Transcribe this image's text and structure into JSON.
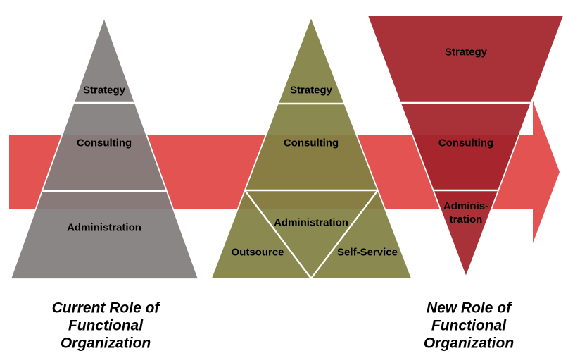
{
  "colors": {
    "arrow": "#E25352",
    "current_pyramid": "#827D7D",
    "transition_pyramid": "#818143",
    "new_pyramid": "#A2222A",
    "divider_line": "#FFFFFF",
    "label_text": "#000000"
  },
  "current_pyramid": {
    "sections": {
      "strategy": "Strategy",
      "consulting": "Consulting",
      "administration": "Administration"
    },
    "caption": "Current Role of\nFunctional\nOrganization"
  },
  "transition_pyramid": {
    "sections": {
      "strategy": "Strategy",
      "consulting": "Consulting",
      "administration": "Administration",
      "outsource": "Outsource",
      "self_service": "Self-Service"
    }
  },
  "new_pyramid": {
    "sections": {
      "strategy": "Strategy",
      "consulting": "Consulting",
      "administration": "Adminis-\ntration"
    },
    "caption": "New Role of\nFunctional\nOrganization"
  }
}
